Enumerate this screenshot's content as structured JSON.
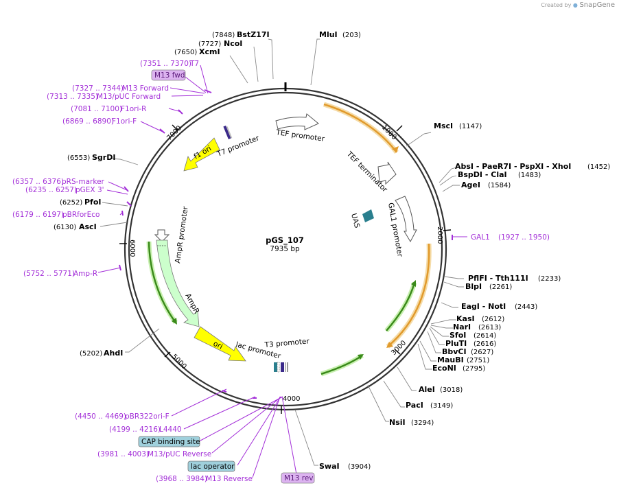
{
  "app": {
    "credit_prefix": "Created by",
    "brand": "SnapGene"
  },
  "plasmid": {
    "name": "pGS_107",
    "length_label": "7935 bp",
    "length": 7935
  },
  "enzymes": [
    {
      "name": "BstZ17I",
      "pos": "(7848)",
      "side": "L"
    },
    {
      "name": "NcoI",
      "pos": "(7727)",
      "side": "L"
    },
    {
      "name": "XcmI",
      "pos": "(7650)",
      "side": "L"
    },
    {
      "name": "MluI",
      "pos": "(203)",
      "side": "R"
    },
    {
      "name": "MscI",
      "pos": "(1147)",
      "side": "R"
    },
    {
      "name": "AbsI  - PaeR7I  - PspXI  - XhoI",
      "pos": "(1452)",
      "side": "R"
    },
    {
      "name": "BspDI  - ClaI",
      "pos": "(1483)",
      "side": "R"
    },
    {
      "name": "AgeI",
      "pos": "(1584)",
      "side": "R"
    },
    {
      "name": "PflFI  - Tth111I",
      "pos": "(2233)",
      "side": "R"
    },
    {
      "name": "BlpI",
      "pos": "(2261)",
      "side": "R"
    },
    {
      "name": "EagI  - NotI",
      "pos": "(2443)",
      "side": "R"
    },
    {
      "name": "KasI",
      "pos": "(2612)",
      "side": "R"
    },
    {
      "name": "NarI",
      "pos": "(2613)",
      "side": "R"
    },
    {
      "name": "SfoI",
      "pos": "(2614)",
      "side": "R"
    },
    {
      "name": "PluTI",
      "pos": "(2616)",
      "side": "R"
    },
    {
      "name": "BbvCI",
      "pos": "(2627)",
      "side": "R"
    },
    {
      "name": "MauBI",
      "pos": "(2751)",
      "side": "R"
    },
    {
      "name": "EcoNI",
      "pos": "(2795)",
      "side": "R"
    },
    {
      "name": "AleI",
      "pos": "(3018)",
      "side": "R"
    },
    {
      "name": "PacI",
      "pos": "(3149)",
      "side": "R"
    },
    {
      "name": "NsiI",
      "pos": "(3294)",
      "side": "R"
    },
    {
      "name": "SwaI",
      "pos": "(3904)",
      "side": "R"
    },
    {
      "name": "AhdI",
      "pos": "(5202)",
      "side": "L"
    },
    {
      "name": "AscI",
      "pos": "(6130)",
      "side": "L"
    },
    {
      "name": "PfoI",
      "pos": "(6252)",
      "side": "L"
    },
    {
      "name": "SgrDI",
      "pos": "(6553)",
      "side": "L"
    }
  ],
  "primers": [
    {
      "pos": "(7351 .. 7370)",
      "name": "T7",
      "boxed": false
    },
    {
      "pos": "",
      "name": "M13 fwd",
      "boxed": true
    },
    {
      "pos": "(7327 .. 7344)",
      "name": "M13 Forward",
      "boxed": false
    },
    {
      "pos": "(7313 .. 7335)",
      "name": "M13/pUC Forward",
      "boxed": false
    },
    {
      "pos": "(7081 .. 7100)",
      "name": "F1ori-R",
      "boxed": false
    },
    {
      "pos": "(6869 .. 6890)",
      "name": "F1ori-F",
      "boxed": false
    },
    {
      "pos": "(6357 .. 6376)",
      "name": "pRS-marker",
      "boxed": false
    },
    {
      "pos": "(6235 .. 6257)",
      "name": "pGEX 3'",
      "boxed": false
    },
    {
      "pos": "(6179 .. 6197)",
      "name": "pBRforEco",
      "boxed": false
    },
    {
      "pos": "(5752 .. 5771)",
      "name": "Amp-R",
      "boxed": false
    },
    {
      "pos": "(1927 .. 1950)",
      "name": "GAL1",
      "boxed": false
    },
    {
      "pos": "(4450 .. 4469)",
      "name": "pBR322ori-F",
      "boxed": false
    },
    {
      "pos": "(4199 .. 4216)",
      "name": "L4440",
      "boxed": false
    },
    {
      "pos": "",
      "name": "CAP binding site",
      "boxed": true
    },
    {
      "pos": "(3981 .. 4003)",
      "name": "M13/pUC Reverse",
      "boxed": false
    },
    {
      "pos": "",
      "name": "lac operator",
      "boxed": true
    },
    {
      "pos": "(3968 .. 3984)",
      "name": "M13 Reverse",
      "boxed": false
    },
    {
      "pos": "",
      "name": "M13 rev",
      "boxed": true
    }
  ],
  "ticks": [
    "1000",
    "2000",
    "3000",
    "4000",
    "5000",
    "6000",
    "7000"
  ],
  "features": {
    "tef_promoter": "TEF promoter",
    "tef_terminator": "TEF terminator",
    "gal1_promoter": "GAL1 promoter",
    "uas": "UAS",
    "t7_promoter": "T7 promoter",
    "f1_ori": "f1 ori",
    "ampr_promoter": "AmpR promoter",
    "ampr": "AmpR",
    "ori": "ori",
    "lac_promoter": "lac promoter",
    "t3_promoter": "T3 promoter"
  },
  "colors": {
    "primer": "#a32fd8",
    "primer_box": "#dcb3f0",
    "feature_box": "#9fd0dc",
    "orange": "#e19a2c",
    "green": "#3a8a1a",
    "yellow": "#ffff00",
    "ampr_fill": "#ccffcc",
    "uas": "#2a7f8e"
  }
}
